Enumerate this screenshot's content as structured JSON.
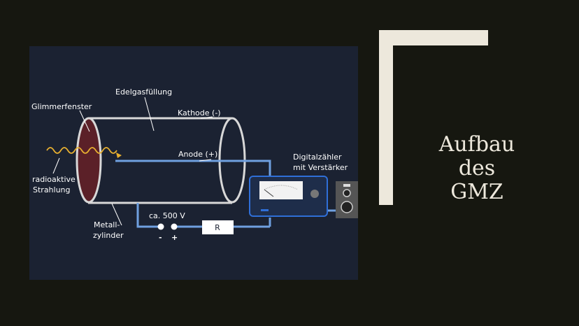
{
  "slide": {
    "title_lines": [
      "Aufbau",
      "des",
      "GMZ"
    ]
  },
  "diagram": {
    "labels": {
      "glimmerfenster": "Glimmerfenster",
      "edelgasfuellung": "Edelgasfüllung",
      "kathode": "Kathode (-)",
      "anode": "Anode (+)",
      "radioaktive": "radioaktive",
      "strahlung": "Strahlung",
      "metall": "Metall-",
      "zylinder": "zylinder",
      "spannung": "ca. 500 V",
      "minus": "-",
      "plus": "+",
      "widerstand": "R",
      "digitalzaehler": "Digitalzähler",
      "verstaerker": "mit Verstärker"
    },
    "colors": {
      "panel": "#1b2232",
      "wire": "#6fa0e0",
      "tube": "#d8d8d8",
      "window": "#5b2028",
      "radiation": "#e8b030",
      "counter_border": "#2f6fd8",
      "cream": "#ede8dc"
    },
    "icons": [
      "speaker-icon",
      "meter-gauge-icon",
      "radiation-wave-icon"
    ]
  }
}
